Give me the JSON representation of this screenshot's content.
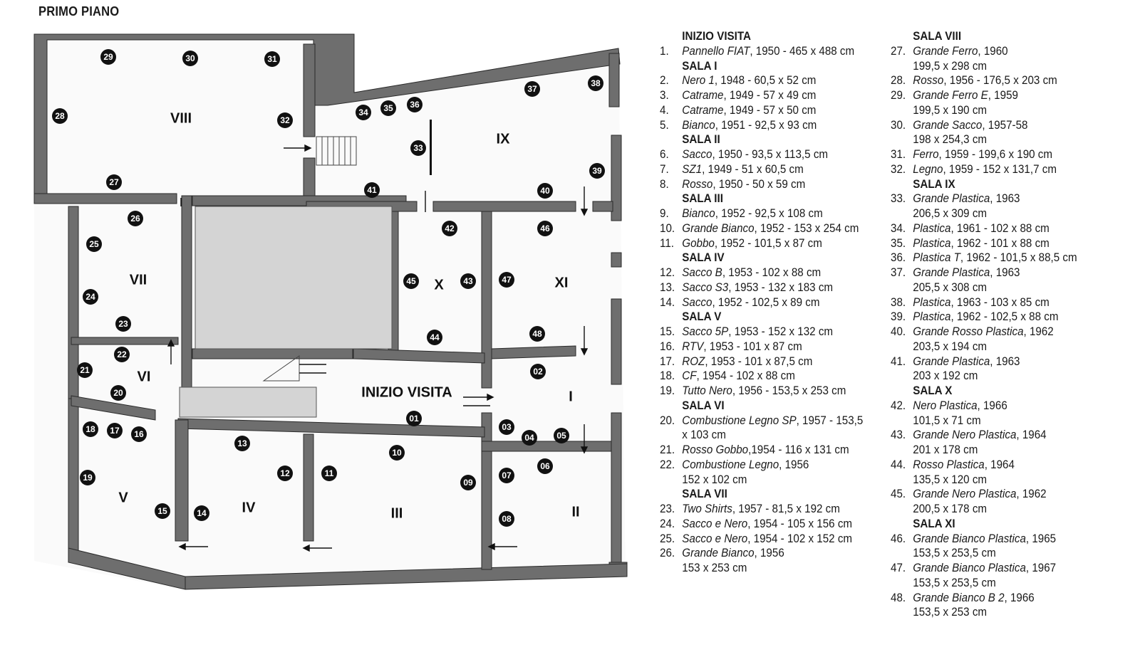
{
  "title": "PRIMO PIANO",
  "rooms": [
    {
      "id": "inizio",
      "label": "INIZIO VISITA"
    },
    {
      "id": "I",
      "label": "I"
    },
    {
      "id": "II",
      "label": "II"
    },
    {
      "id": "III",
      "label": "III"
    },
    {
      "id": "IV",
      "label": "IV"
    },
    {
      "id": "V",
      "label": "V"
    },
    {
      "id": "VI",
      "label": "VI"
    },
    {
      "id": "VII",
      "label": "VII"
    },
    {
      "id": "VIII",
      "label": "VIII"
    },
    {
      "id": "IX",
      "label": "IX"
    },
    {
      "id": "X",
      "label": "X"
    },
    {
      "id": "XI",
      "label": "XI"
    }
  ],
  "markers": [
    "01",
    "02",
    "03",
    "04",
    "05",
    "06",
    "07",
    "08",
    "09",
    "10",
    "11",
    "12",
    "13",
    "14",
    "15",
    "16",
    "17",
    "18",
    "19",
    "20",
    "21",
    "22",
    "23",
    "24",
    "25",
    "26",
    "27",
    "28",
    "29",
    "30",
    "31",
    "32",
    "33",
    "34",
    "35",
    "36",
    "37",
    "38",
    "39",
    "40",
    "41",
    "42",
    "43",
    "44",
    "45",
    "46",
    "47",
    "48"
  ],
  "legend": [
    [
      {
        "s": "INIZIO VISITA"
      },
      {
        "n": "1.",
        "t": "Pannello FIAT",
        "d": ", 1950 - 465 x 488 cm"
      },
      {
        "s": "SALA I"
      },
      {
        "n": "2.",
        "t": "Nero 1",
        "d": ", 1948 - 60,5 x 52 cm"
      },
      {
        "n": "3.",
        "t": "Catrame",
        "d": ", 1949 - 57 x 49 cm"
      },
      {
        "n": "4.",
        "t": "Catrame",
        "d": ", 1949 - 57 x 50 cm"
      },
      {
        "n": "5.",
        "t": "Bianco",
        "d": ", 1951 - 92,5 x 93 cm"
      },
      {
        "s": "SALA II"
      },
      {
        "n": "6.",
        "t": "Sacco",
        "d": ", 1950 - 93,5 x 113,5 cm"
      },
      {
        "n": "7.",
        "t": "SZ1",
        "d": ", 1949 - 51 x 60,5 cm"
      },
      {
        "n": "8.",
        "t": "Rosso",
        "d": ", 1950 - 50 x 59 cm"
      },
      {
        "s": "SALA III"
      },
      {
        "n": "9.",
        "t": "Bianco",
        "d": ", 1952 - 92,5 x 108 cm"
      },
      {
        "n": "10.",
        "t": "Grande Bianco",
        "d": ", 1952 - 153 x 254 cm"
      },
      {
        "n": "11.",
        "t": "Gobbo",
        "d": ", 1952 - 101,5 x 87 cm"
      },
      {
        "s": "SALA IV"
      },
      {
        "n": "12.",
        "t": "Sacco B",
        "d": ", 1953 - 102 x 88 cm"
      },
      {
        "n": "13.",
        "t": "Sacco S3",
        "d": ", 1953 - 132 x 183 cm"
      },
      {
        "n": "14.",
        "t": "Sacco",
        "d": ", 1952 - 102,5 x 89 cm"
      },
      {
        "s": "SALA V"
      },
      {
        "n": "15.",
        "t": "Sacco 5P",
        "d": ", 1953 - 152 x 132 cm"
      },
      {
        "n": "16.",
        "t": "RTV",
        "d": ", 1953 - 101 x 87 cm"
      },
      {
        "n": "17.",
        "t": "ROZ",
        "d": ", 1953 - 101 x 87,5 cm"
      },
      {
        "n": "18.",
        "t": "CF",
        "d": ", 1954 - 102 x 88 cm"
      },
      {
        "n": "19.",
        "t": "Tutto Nero",
        "d": ", 1956 - 153,5 x 253 cm"
      },
      {
        "s": "SALA VI"
      },
      {
        "n": "20.",
        "t": "Combustione Legno SP",
        "d": ", 1957 - 153,5",
        "d2": "x 103 cm",
        "wrap": true
      },
      {
        "n": "21.",
        "t": "Rosso Gobbo",
        "d": ",1954 - 116 x 131 cm"
      },
      {
        "n": "22.",
        "t": "Combustione Legno",
        "d": ", 1956",
        "d2": "152 x 102 cm"
      },
      {
        "s": "SALA VII"
      },
      {
        "n": "23.",
        "t": "Two Shirts",
        "d": ", 1957 - 81,5 x 192 cm"
      },
      {
        "n": "24.",
        "t": "Sacco e Nero",
        "d": ", 1954 - 105 x 156 cm"
      },
      {
        "n": "25.",
        "t": "Sacco e Nero",
        "d": ", 1954 - 102 x 152 cm"
      },
      {
        "n": "26.",
        "t": "Grande Bianco",
        "d": ", 1956",
        "d2": "153 x 253 cm"
      }
    ],
    [
      {
        "s": "SALA VIII"
      },
      {
        "n": "27.",
        "t": "Grande Ferro",
        "d": ", 1960",
        "d2": "199,5 x 298 cm"
      },
      {
        "n": "28.",
        "t": "Rosso",
        "d": ", 1956 - 176,5 x 203 cm"
      },
      {
        "n": "29.",
        "t": "Grande Ferro E",
        "d": ", 1959",
        "d2": "199,5 x 190 cm"
      },
      {
        "n": "30.",
        "t": "Grande Sacco",
        "d": ", 1957-58",
        "d2": "198 x 254,3 cm"
      },
      {
        "n": "31.",
        "t": "Ferro",
        "d": ", 1959 - 199,6 x 190 cm"
      },
      {
        "n": "32.",
        "t": "Legno",
        "d": ", 1959 - 152 x 131,7 cm"
      },
      {
        "s": "SALA IX"
      },
      {
        "n": "33.",
        "t": "Grande Plastica",
        "d": ", 1963",
        "d2": "206,5 x 309 cm"
      },
      {
        "n": "34.",
        "t": "Plastica",
        "d": ", 1961 - 102 x 88 cm"
      },
      {
        "n": "35.",
        "t": "Plastica",
        "d": ", 1962 - 101 x 88 cm"
      },
      {
        "n": "36.",
        "t": "Plastica T",
        "d": ", 1962 - 101,5 x 88,5 cm"
      },
      {
        "n": "37.",
        "t": "Grande Plastica",
        "d": ", 1963",
        "d2": "205,5 x 308 cm"
      },
      {
        "n": "38.",
        "t": "Plastica",
        "d": ", 1963 - 103 x 85 cm"
      },
      {
        "n": "39.",
        "t": "Plastica",
        "d": ", 1962 - 102,5 x 88 cm"
      },
      {
        "n": "40.",
        "t": "Grande Rosso Plastica",
        "d": ", 1962",
        "d2": "203,5 x 194 cm"
      },
      {
        "n": "41.",
        "t": "Grande Plastica",
        "d": ", 1963",
        "d2": "203 x 192 cm"
      },
      {
        "s": "SALA X"
      },
      {
        "n": "42.",
        "t": "Nero Plastica",
        "d": ", 1966",
        "d2": "101,5 x 71 cm"
      },
      {
        "n": "43.",
        "t": "Grande Nero Plastica",
        "d": ", 1964",
        "d2": "201 x 178 cm"
      },
      {
        "n": "44.",
        "t": "Rosso Plastica",
        "d": ", 1964",
        "d2": "135,5 x 120 cm"
      },
      {
        "n": "45.",
        "t": "Grande Nero Plastica",
        "d": ", 1962",
        "d2": " 200,5 x 178 cm"
      },
      {
        "s": "SALA XI"
      },
      {
        "n": "46.",
        "t": "Grande Bianco Plastica",
        "d": ", 1965",
        "d2": "153,5 x 253,5 cm"
      },
      {
        "n": "47.",
        "t": "Grande Bianco Plastica",
        "d": ", 1967",
        "d2": "153,5 x 253,5 cm"
      },
      {
        "n": "48.",
        "t": "Grande Bianco B 2",
        "d": ", 1966",
        "d2": "153,5 x 253 cm"
      }
    ]
  ]
}
